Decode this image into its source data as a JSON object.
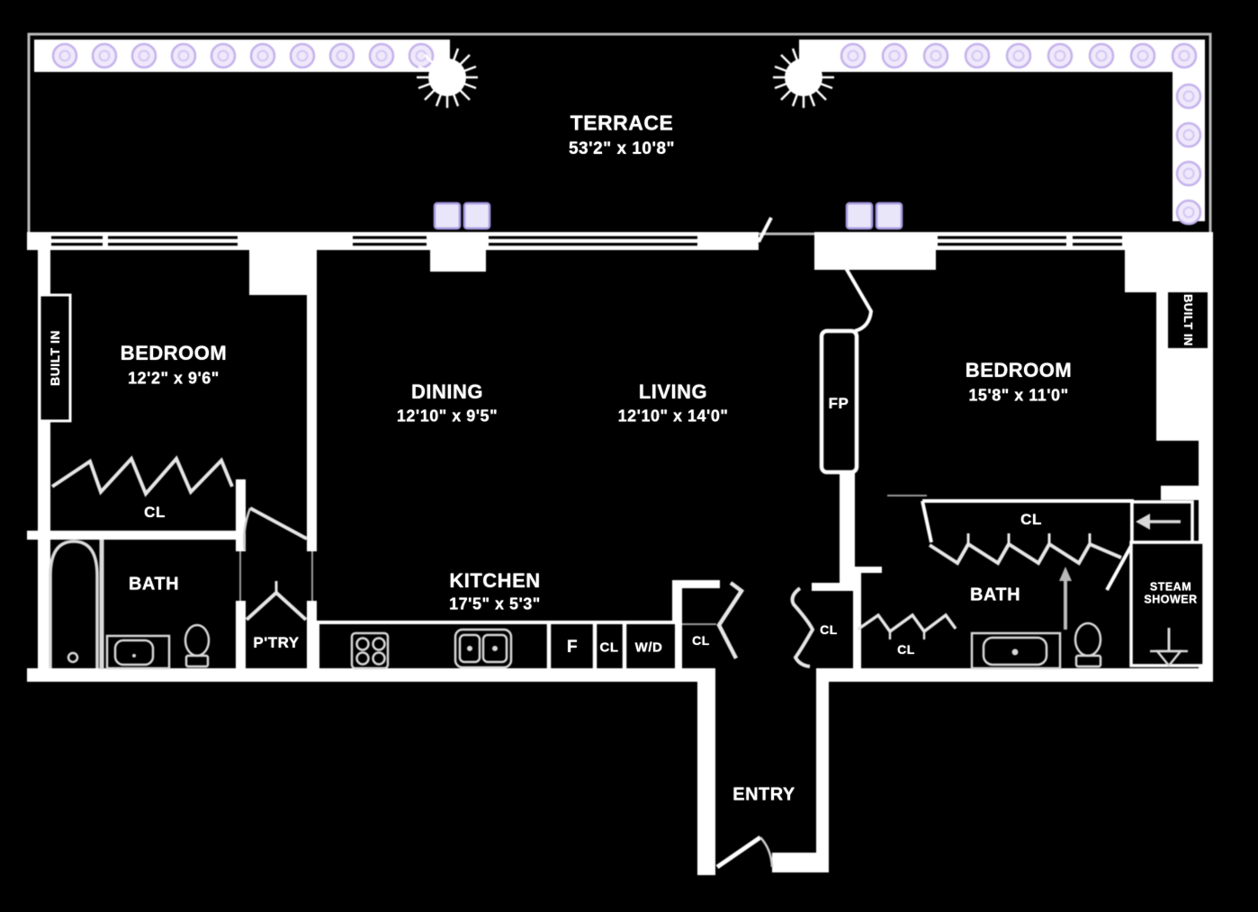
{
  "palette": {
    "background": "#000000",
    "wall": "#ffffff",
    "fixture_line": "#d9d9d9",
    "thin_line": "#b9b9b9",
    "flower_fill": "#efe9fb",
    "flower_edge": "#c5b2ec",
    "planter_fill": "#e9e6f9",
    "planter_edge": "#a79ae2"
  },
  "labels": {
    "terrace": {
      "name": "TERRACE",
      "dims": "53'2\" x 10'8\""
    },
    "bedroom_left": {
      "name": "BEDROOM",
      "dims": "12'2\" x 9'6\""
    },
    "dining": {
      "name": "DINING",
      "dims": "12'10\" x 9'5\""
    },
    "living": {
      "name": "LIVING",
      "dims": "12'10\" x 14'0\""
    },
    "bedroom_right": {
      "name": "BEDROOM",
      "dims": "15'8\" x 11'0\""
    },
    "kitchen": {
      "name": "KITCHEN",
      "dims": "17'5\" x 5'3\""
    },
    "bath_left": "BATH",
    "bath_right": "BATH",
    "pantry": "P'TRY",
    "entry": "ENTRY",
    "steam_shower": "STEAM SHOWER",
    "fireplace": "FP",
    "refrigerator": "F",
    "washer_dryer": "W/D",
    "closet": "CL",
    "built_in": "BUILT IN"
  }
}
